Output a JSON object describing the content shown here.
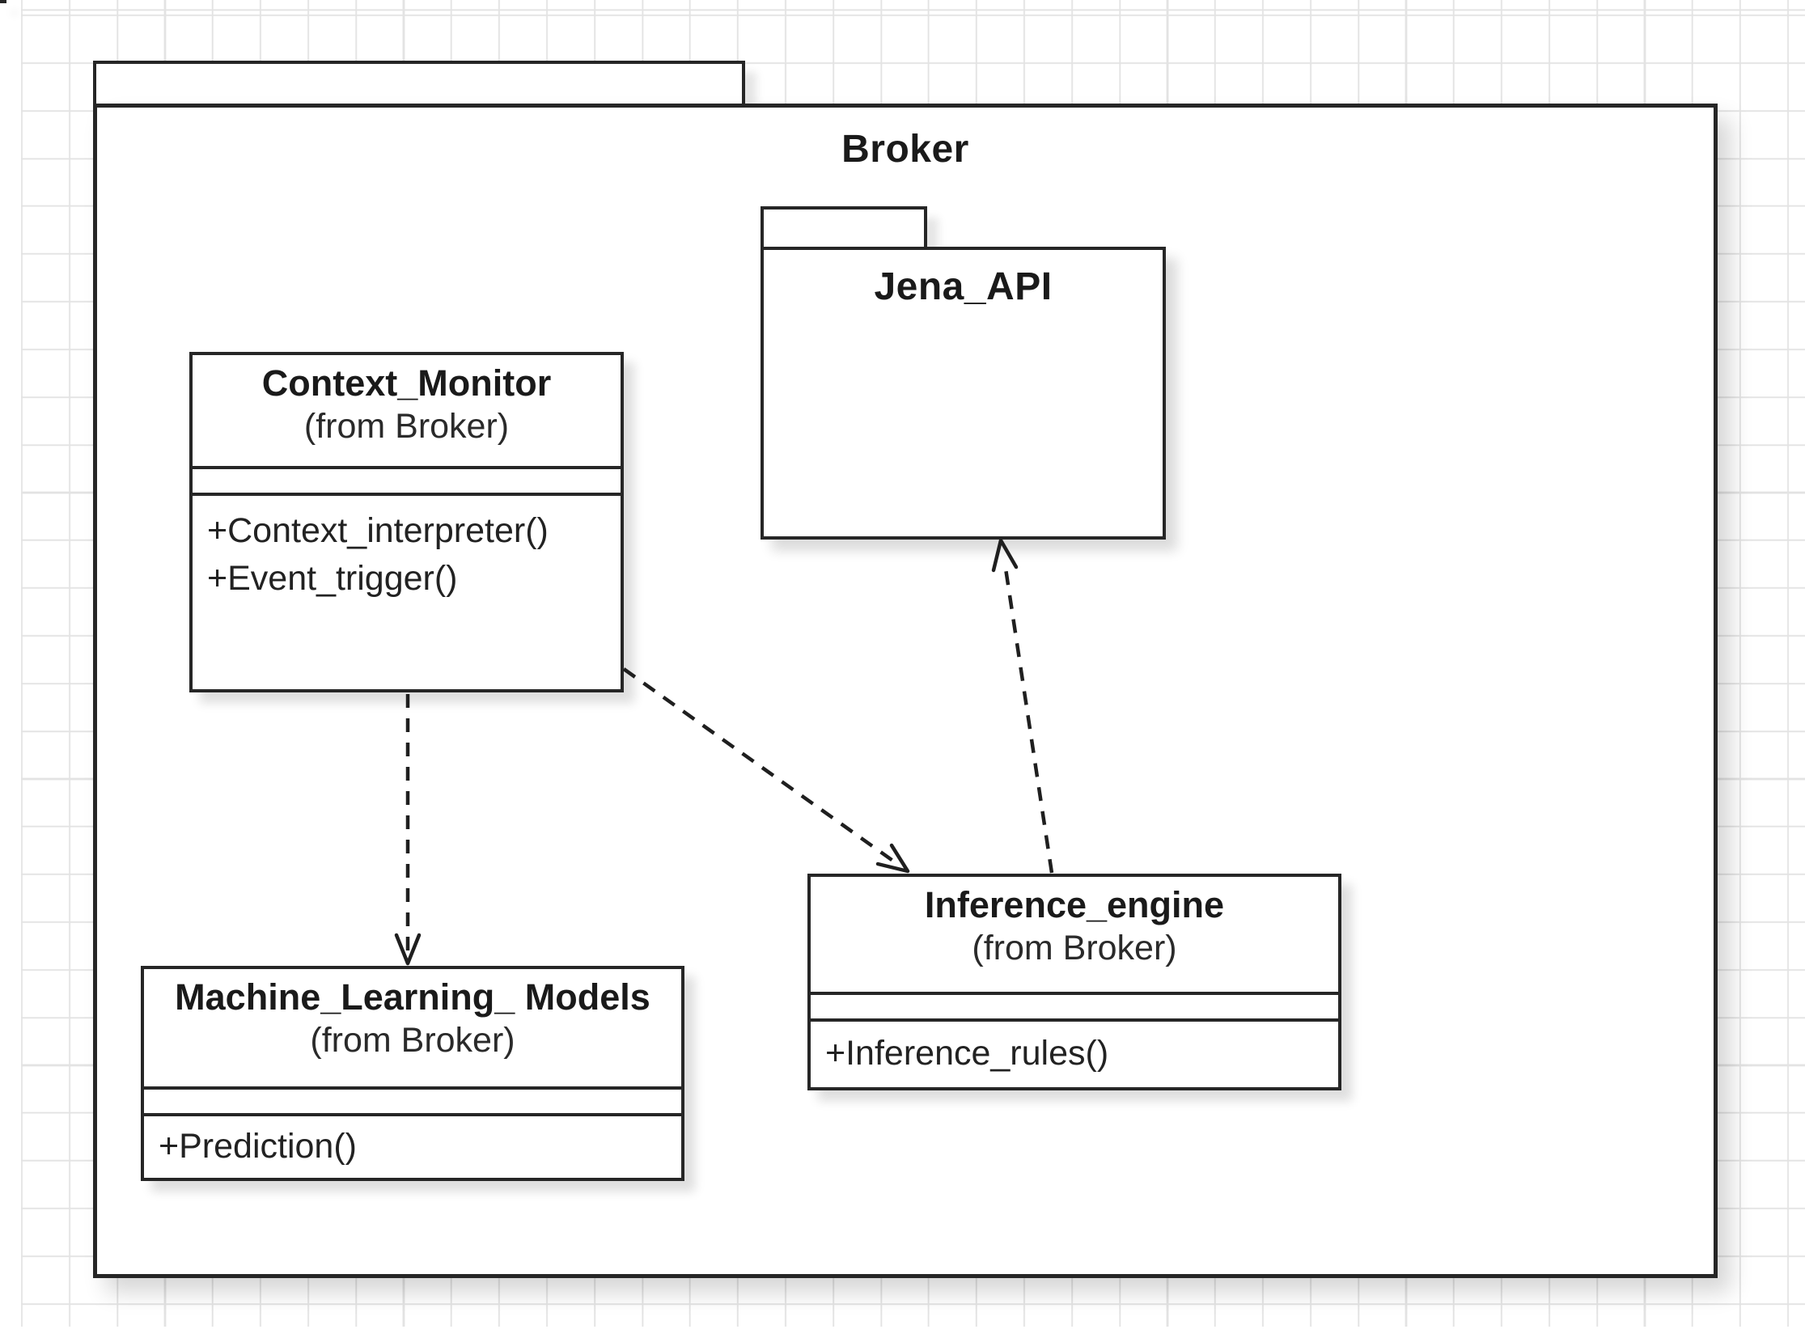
{
  "diagram": {
    "outer_package": {
      "name": "Broker"
    },
    "inner_package": {
      "name": "Jena_API"
    },
    "classes": [
      {
        "name": "Context_Monitor",
        "stereotype": "(from Broker)",
        "methods": [
          "+Context_interpreter()",
          "+Event_trigger()"
        ]
      },
      {
        "name": "Machine_Learning_ Models",
        "stereotype": "(from Broker)",
        "methods": [
          "+Prediction()"
        ]
      },
      {
        "name": "Inference_engine",
        "stereotype": "(from Broker)",
        "methods": [
          "+Inference_rules()"
        ]
      }
    ],
    "relations": [
      {
        "from": "Context_Monitor",
        "to": "Machine_Learning_ Models",
        "style": "dashed-dependency-arrow"
      },
      {
        "from": "Context_Monitor",
        "to": "Inference_engine",
        "style": "dashed-dependency-arrow"
      },
      {
        "from": "Inference_engine",
        "to": "Jena_API",
        "style": "dashed-dependency-arrow"
      }
    ],
    "colors": {
      "line": "#262626",
      "grid": "#e3e3e3",
      "background": "#ffffff",
      "text": "#1a1a1a"
    }
  }
}
